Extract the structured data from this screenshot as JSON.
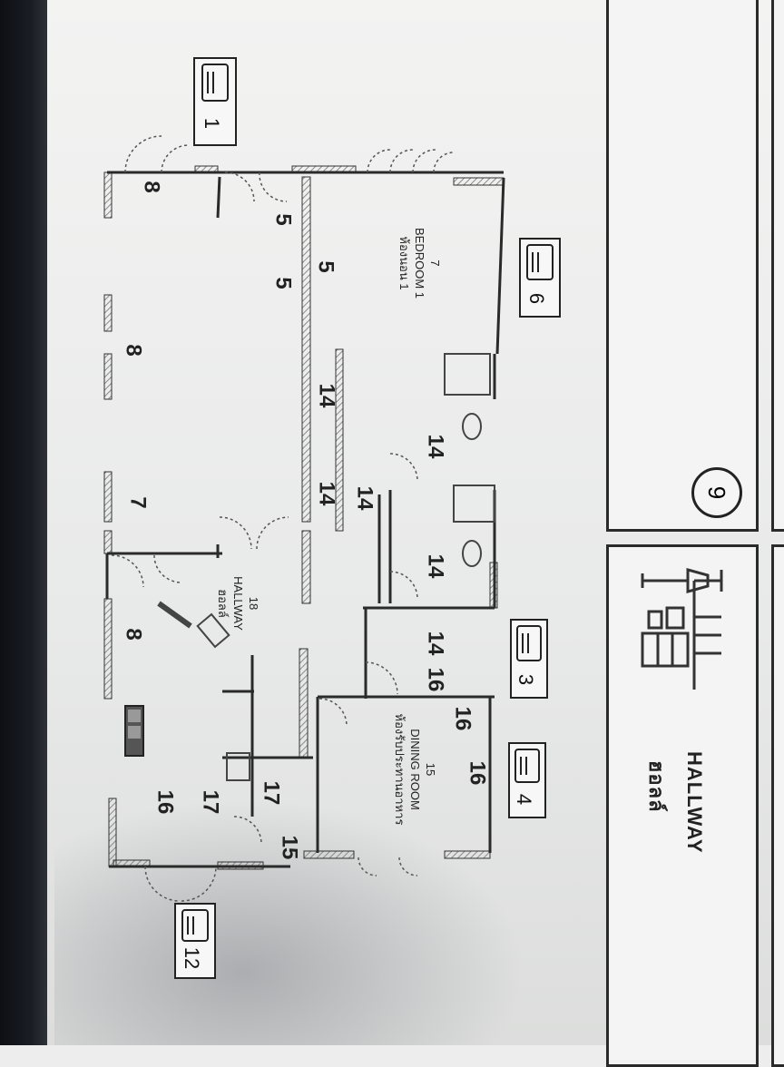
{
  "legend": {
    "title_en": "HALLWAY",
    "title_th": "ฮอลล์",
    "circle_number": "9"
  },
  "rooms": [
    {
      "id": "bedroom",
      "number": "7",
      "name_en": "BEDROOM 1",
      "name_th": "ห้องนอน 1"
    },
    {
      "id": "hallway",
      "number": "18",
      "name_en": "HALLWAY",
      "name_th": "ฮอลล์"
    },
    {
      "id": "dining",
      "number": "15",
      "name_en": "DINING ROOM",
      "name_th": "ห้องรับประทานอาหาร"
    }
  ],
  "ac_units": [
    "1",
    "6",
    "3",
    "4",
    "12"
  ],
  "plan_numbers": [
    "8",
    "5",
    "5",
    "5",
    "8",
    "14",
    "14",
    "14",
    "14",
    "14",
    "14",
    "7",
    "8",
    "14",
    "16",
    "16",
    "16",
    "17",
    "17",
    "16",
    "15"
  ],
  "icons": [
    "air-conditioner-icon",
    "coat-rack-icon",
    "cabinet-icon",
    "floor-lamp-icon",
    "wall-switch-icon"
  ],
  "colors": {
    "ink": "#222222",
    "paper": "#f3f3f2",
    "wall_hatch": "#9a9a9a",
    "background": "#0d0f14"
  }
}
